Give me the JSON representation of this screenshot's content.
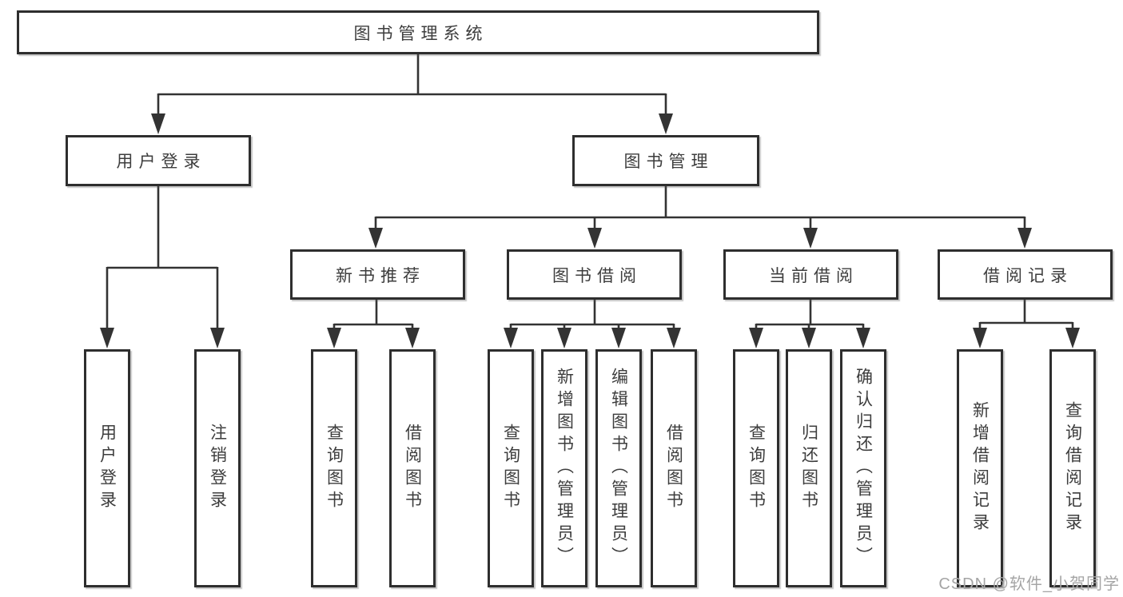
{
  "diagram_title": "图书管理系统",
  "colors": {
    "line": "#333333",
    "box_border": "#2e2e2e",
    "text": "#3d3d3d",
    "watermark": "#a5a5a5",
    "background": "#ffffff"
  },
  "nodes": {
    "root": {
      "label": "图书管理系统"
    },
    "user_login": {
      "label": "用户登录"
    },
    "book_mgmt": {
      "label": "图书管理"
    },
    "new_books": {
      "label": "新书推荐"
    },
    "book_borrow": {
      "label": "图书借阅"
    },
    "current_borrow": {
      "label": "当前借阅"
    },
    "borrow_records": {
      "label": "借阅记录"
    },
    "login_leaf": {
      "label": "用户登录"
    },
    "logout": {
      "label": "注销登录"
    },
    "nb_query": {
      "label": "查询图书"
    },
    "nb_borrow": {
      "label": "借阅图书"
    },
    "bb_query": {
      "label": "查询图书"
    },
    "bb_add": {
      "label": "新增图书（管理员）"
    },
    "bb_edit": {
      "label": "编辑图书（管理员）"
    },
    "bb_borrow": {
      "label": "借阅图书"
    },
    "cb_query": {
      "label": "查询图书"
    },
    "cb_return": {
      "label": "归还图书"
    },
    "cb_confirm": {
      "label": "确认归还（管理员）"
    },
    "br_add": {
      "label": "新增借阅记录"
    },
    "br_query": {
      "label": "查询借阅记录"
    }
  },
  "watermark": {
    "text": "CSDN @软件_小贺同学"
  }
}
